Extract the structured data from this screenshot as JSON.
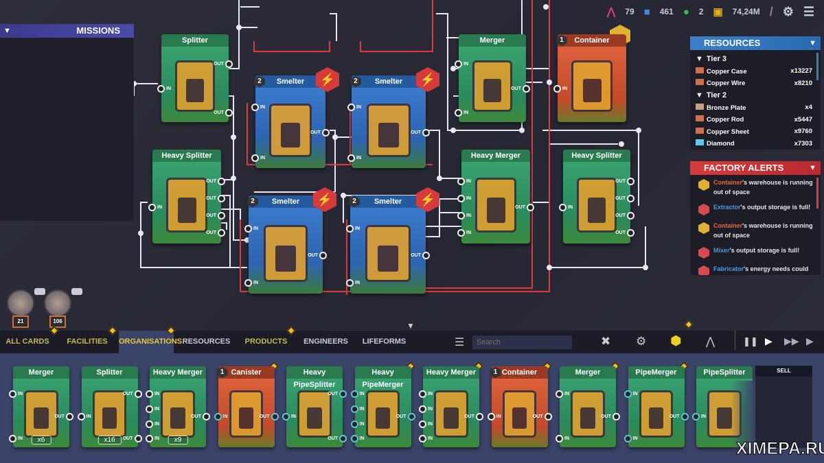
{
  "hud": {
    "research": "79",
    "cubes": "461",
    "workers": "2",
    "money": "74,24M",
    "separator": "/"
  },
  "labels": {
    "in": "IN",
    "out": "OUT"
  },
  "missions": {
    "title": "MISSIONS"
  },
  "board_cards": [
    {
      "title": "Splitter",
      "type": "green",
      "level": null,
      "energy": false
    },
    {
      "title": "Heavy Splitter",
      "type": "green",
      "level": null,
      "energy": false
    },
    {
      "title": "Smelter",
      "type": "blue",
      "level": "2",
      "energy": true
    },
    {
      "title": "Smelter",
      "type": "blue",
      "level": "2",
      "energy": true
    },
    {
      "title": "Smelter",
      "type": "blue",
      "level": "2",
      "energy": true
    },
    {
      "title": "Smelter",
      "type": "blue",
      "level": "2",
      "energy": true
    },
    {
      "title": "Merger",
      "type": "green",
      "level": null,
      "energy": false
    },
    {
      "title": "Heavy Merger",
      "type": "green",
      "level": null,
      "energy": false
    },
    {
      "title": "Container",
      "type": "orange",
      "level": "1",
      "energy": false
    },
    {
      "title": "Heavy Splitter",
      "type": "green",
      "level": null,
      "energy": false
    }
  ],
  "resources": {
    "title": "RESOURCES",
    "tiers": [
      {
        "name": "Tier 3",
        "items": [
          {
            "name": "Copper Case",
            "qty": "x13227"
          },
          {
            "name": "Copper Wire",
            "qty": "x8210"
          }
        ]
      },
      {
        "name": "Tier 2",
        "items": [
          {
            "name": "Bronze Plate",
            "qty": "x4"
          },
          {
            "name": "Copper Rod",
            "qty": "x5447"
          },
          {
            "name": "Copper Sheet",
            "qty": "x9760"
          },
          {
            "name": "Diamond",
            "qty": "x7303"
          }
        ]
      }
    ]
  },
  "alerts": {
    "title": "FACTORY ALERTS",
    "items": [
      {
        "subject": "Container",
        "text": "'s warehouse is running out of space",
        "color": "#e8683a",
        "icon": "#e0b030"
      },
      {
        "subject": "Extractor",
        "text": "'s output storage is full!",
        "color": "#4a9ae0",
        "icon": "#d84a50"
      },
      {
        "subject": "Container",
        "text": "'s warehouse is running out of space",
        "color": "#e8683a",
        "icon": "#e0b030"
      },
      {
        "subject": "Mixer",
        "text": "'s output storage is full!",
        "color": "#4a9ae0",
        "icon": "#d84a50"
      },
      {
        "subject": "Fabricator",
        "text": "'s energy needs could not be",
        "color": "#4a9ae0",
        "icon": "#d84a50"
      }
    ]
  },
  "engineers": [
    {
      "level": "21"
    },
    {
      "level": "106"
    }
  ],
  "tabs": [
    {
      "label": "ALL CARDS",
      "active": false
    },
    {
      "label": "FACILITIES",
      "active": false
    },
    {
      "label": "ORGANISATIONS",
      "active": true
    },
    {
      "label": "RESOURCES",
      "active": false
    },
    {
      "label": "PRODUCTS",
      "active": false
    },
    {
      "label": "ENGINEERS",
      "active": false
    },
    {
      "label": "LIFEFORMS",
      "active": false
    }
  ],
  "search": {
    "placeholder": "Search"
  },
  "tray_cards": [
    {
      "title": "Merger",
      "type": "green",
      "count": "x6",
      "level": null
    },
    {
      "title": "Splitter",
      "type": "green",
      "count": "x16",
      "level": null
    },
    {
      "title": "Heavy Merger",
      "type": "green",
      "count": "x9",
      "level": null
    },
    {
      "title": "Canister",
      "type": "orange",
      "count": null,
      "level": "1"
    },
    {
      "title": "Heavy PipeSplitter",
      "type": "green",
      "count": null,
      "level": null
    },
    {
      "title": "Heavy PipeMerger",
      "type": "green",
      "count": null,
      "level": null
    },
    {
      "title": "Heavy Merger",
      "type": "green",
      "count": null,
      "level": null
    },
    {
      "title": "Container",
      "type": "orange",
      "count": null,
      "level": "1"
    },
    {
      "title": "Merger",
      "type": "green",
      "count": null,
      "level": null
    },
    {
      "title": "PipeMerger",
      "type": "green",
      "count": null,
      "level": null
    },
    {
      "title": "PipeSplitter",
      "type": "green",
      "count": null,
      "level": null
    }
  ],
  "sell": {
    "label": "SELL"
  },
  "watermark": "XIMEPA.RU"
}
